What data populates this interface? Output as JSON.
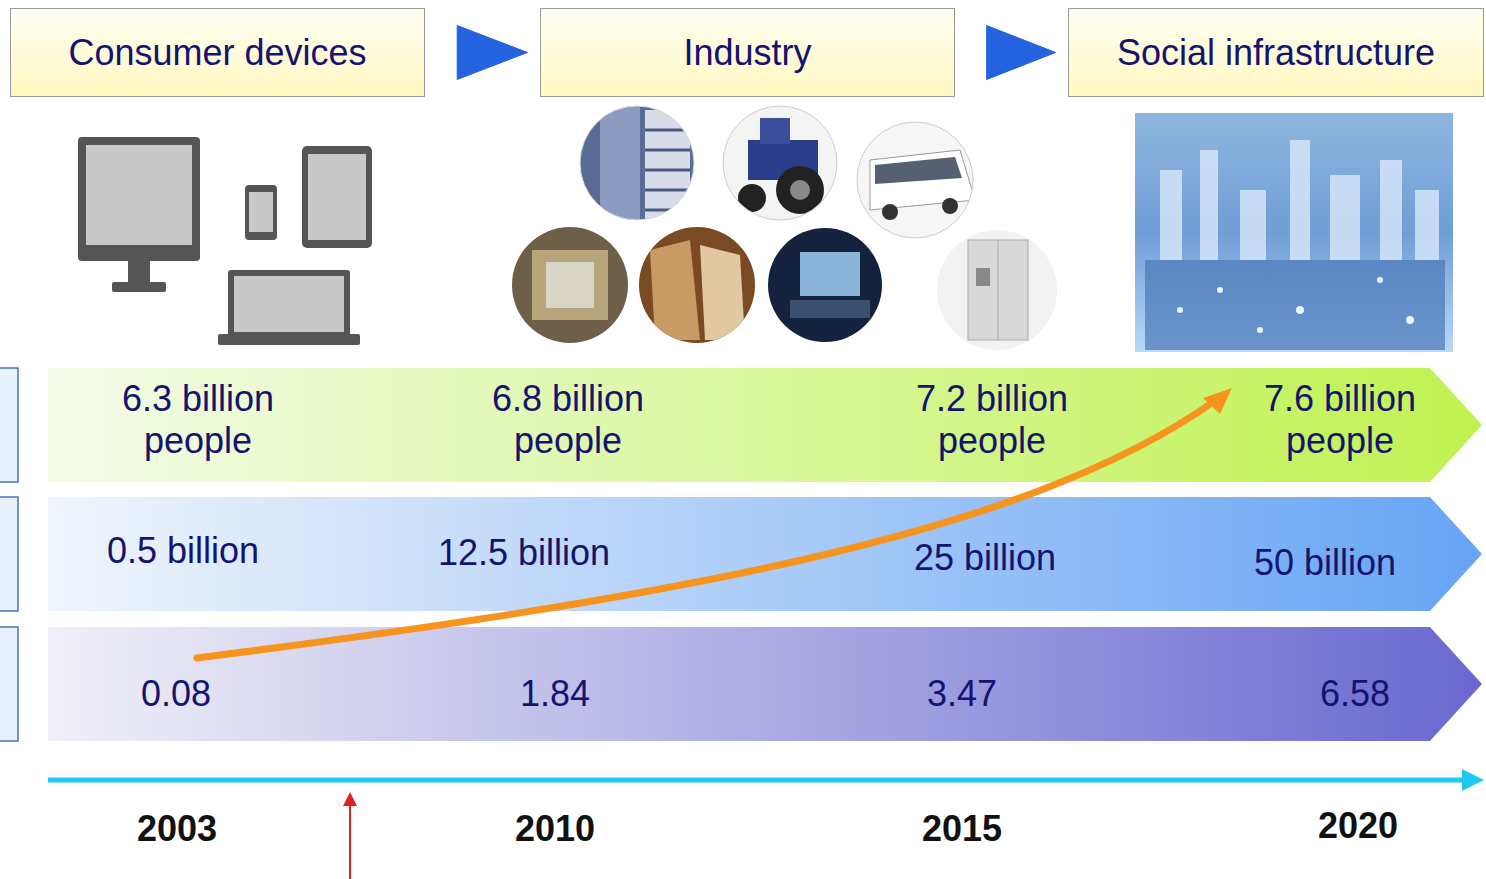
{
  "diagram": {
    "nodes": [
      {
        "text": [
          "Consumer devices"
        ]
      },
      {
        "text": [
          "Industry"
        ]
      },
      {
        "text": [
          "Social infrastructure"
        ]
      },
      {
        "text": [
          "6.3 billion people",
          "6.8 billion people",
          "7.2 billion people",
          "7.6 billion people"
        ]
      },
      {
        "text": [
          "0.5 billion",
          "12.5 billion",
          "25 billion",
          "50 billion"
        ]
      },
      {
        "text": [
          "0.08",
          "1.84",
          "3.47",
          "6.58"
        ]
      }
    ],
    "edges": [
      {
        "from": 0,
        "to": 1,
        "arrow": "to"
      },
      {
        "from": 1,
        "to": 2,
        "arrow": "to"
      }
    ],
    "labels": [
      "2003",
      "2010",
      "2015",
      "2020"
    ]
  }
}
